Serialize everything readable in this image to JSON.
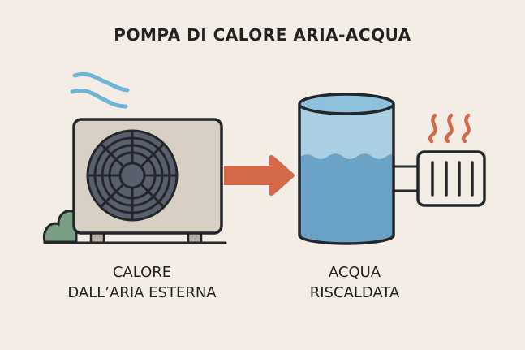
{
  "title": "POMPA DI CALORE ARIA-ACQUA",
  "labels": {
    "source_line1": "CALORE",
    "source_line2": "DALL’ARIA ESTERNA",
    "output_line1": "ACQUA",
    "output_line2": "RISCALDATA"
  },
  "colors": {
    "background": "#f3ede6",
    "outline": "#23262b",
    "unit_body": "#d9d0c5",
    "fan": "#5a5f6e",
    "air": "#6fb3d6",
    "arrow": "#d4694a",
    "water": "#6aa3c5",
    "water_light": "#aacfe2",
    "bush": "#7a9e84"
  }
}
